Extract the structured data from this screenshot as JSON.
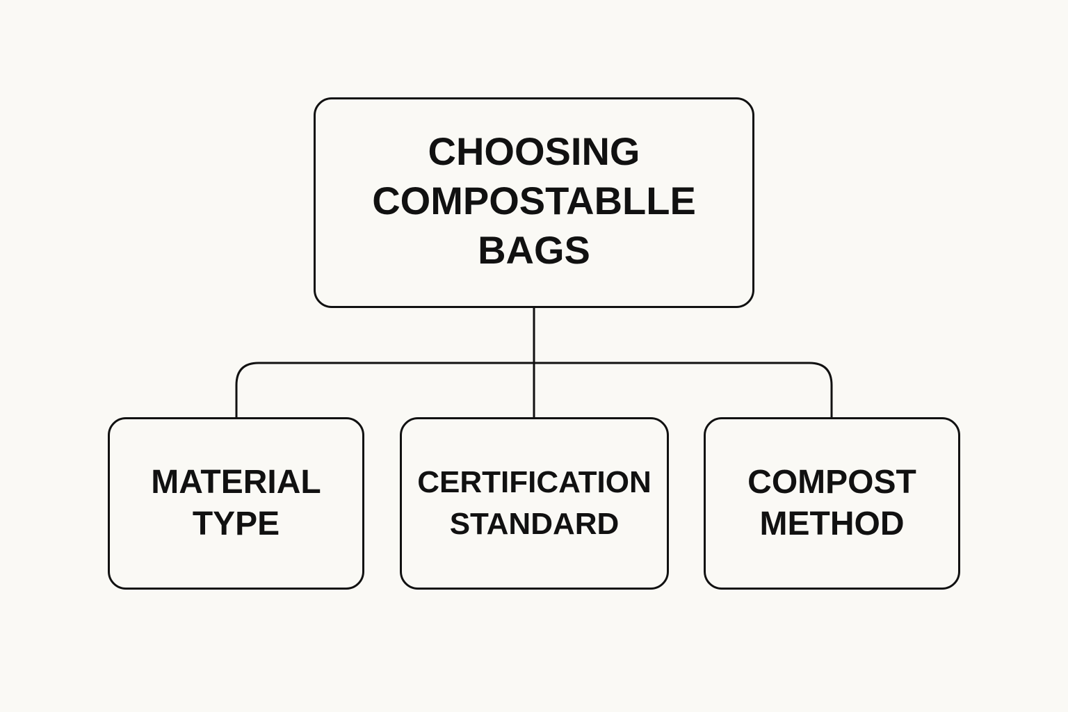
{
  "diagram": {
    "root": {
      "lines": [
        "CHOOSING",
        "COMPOSTABLLE",
        "BAGS"
      ]
    },
    "children": [
      {
        "lines": [
          "MATERIAL",
          "TYPE"
        ]
      },
      {
        "lines": [
          "CERTIFICATION",
          "STANDARD"
        ]
      },
      {
        "lines": [
          "COMPOST",
          "METHOD"
        ]
      }
    ],
    "colors": {
      "background": "#faf9f5",
      "stroke": "#111111",
      "text": "#111111"
    }
  }
}
